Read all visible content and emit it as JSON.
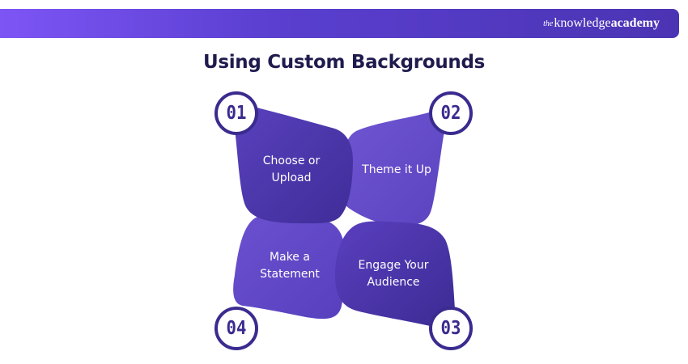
{
  "header": {
    "brand_prefix": "the",
    "brand_word": "knowledge",
    "brand_bold": "academy"
  },
  "title": "Using Custom Backgrounds",
  "steps": [
    {
      "number": "01",
      "label": "Choose or Upload"
    },
    {
      "number": "02",
      "label": "Theme it Up"
    },
    {
      "number": "03",
      "label": "Engage Your Audience"
    },
    {
      "number": "04",
      "label": "Make a Statement"
    }
  ],
  "colors": {
    "bar_start": "#7d55f5",
    "bar_end": "#4b34b3",
    "title": "#1f1b4d",
    "tile_dark": "#4a34a6",
    "tile_light": "#6a4fc9",
    "badge_ring": "#3a2b8f"
  }
}
